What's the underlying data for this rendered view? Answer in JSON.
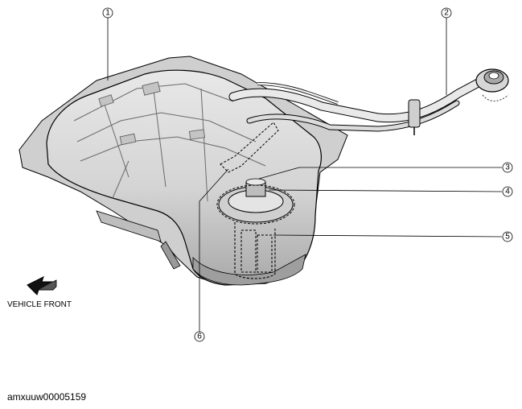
{
  "callouts": [
    {
      "number": "1"
    },
    {
      "number": "2"
    },
    {
      "number": "3"
    },
    {
      "number": "4"
    },
    {
      "number": "5"
    },
    {
      "number": "6"
    }
  ],
  "direction_label": "VEHICLE FRONT",
  "image_code": "amxuuw00005159",
  "colors": {
    "line": "#000000",
    "tank_fill": "#d9d9d9",
    "tank_shade": "#bdbdbd",
    "tank_highlight": "#f2f2f2",
    "pipe_fill": "#e6e6e6"
  }
}
